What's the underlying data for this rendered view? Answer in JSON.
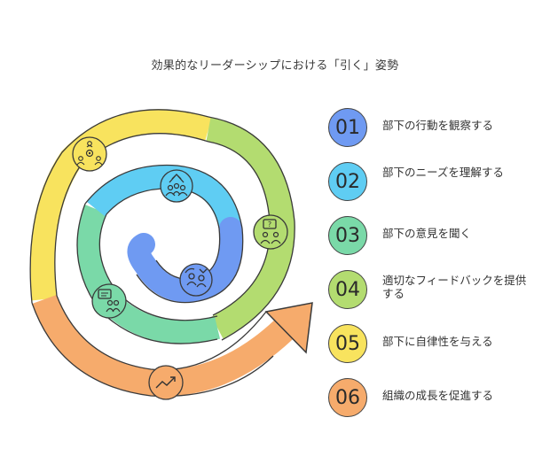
{
  "title": "効果的なリーダーシップにおける「引く」姿勢",
  "steps": [
    {
      "number": "01",
      "label": "部下の行動を観察する",
      "color": "#6f9af2",
      "icon": "observe-people-icon"
    },
    {
      "number": "02",
      "label": "部下のニーズを理解する",
      "color": "#5fcdf3",
      "icon": "growth-team-icon"
    },
    {
      "number": "03",
      "label": "部下の意見を聞く",
      "color": "#7ad9a8",
      "icon": "discussion-icon"
    },
    {
      "number": "04",
      "label": "適切なフィードバックを提供する",
      "color": "#b3dc70",
      "icon": "feedback-question-icon"
    },
    {
      "number": "05",
      "label": "部下に自律性を与える",
      "color": "#f8e35e",
      "icon": "team-network-icon"
    },
    {
      "number": "06",
      "label": "組織の成長を促進する",
      "color": "#f6ab6c",
      "icon": "trend-up-icon"
    }
  ]
}
